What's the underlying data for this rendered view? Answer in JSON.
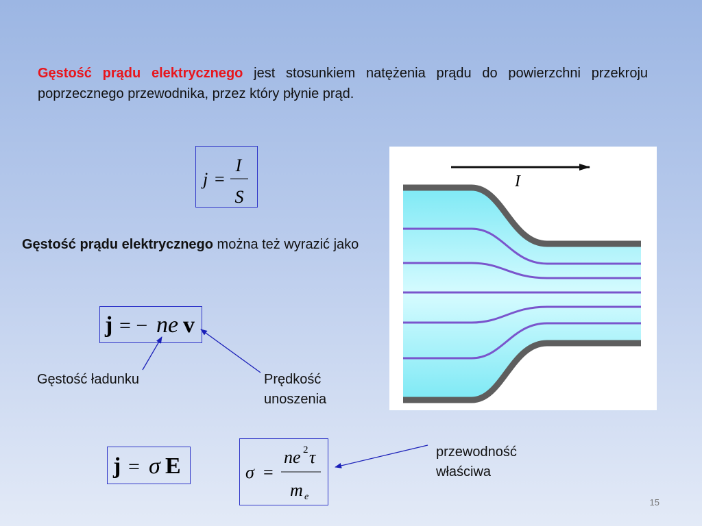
{
  "intro": {
    "term": "Gęstość prądu elektrycznego",
    "rest": " jest stosunkiem natężenia prądu do powierzchni przekroju poprzecznego przewodnika, przez który płynie prąd."
  },
  "formula1": {
    "lhs": "j",
    "eq": "=",
    "num": "I",
    "den": "S"
  },
  "para2": {
    "term": "Gęstość prądu elektrycznego",
    "rest": " można też wyrazić jako"
  },
  "formula2": {
    "j": "j",
    "eq": "= −",
    "ne": "ne",
    "v": "v"
  },
  "labels": {
    "charge_density": "Gęstość ładunku",
    "drift_velocity_1": "Prędkość",
    "drift_velocity_2": "unoszenia",
    "conductivity_1": "przewodność",
    "conductivity_2": "właściwa"
  },
  "formula3": {
    "j": "j",
    "eq": "=",
    "sigma": "σ",
    "E": "E"
  },
  "formula4": {
    "sigma": "σ",
    "eq": "=",
    "num": "ne",
    "exp": "2",
    "tau": "τ",
    "den_m": "m",
    "den_sub": "e"
  },
  "figure": {
    "current_label": "I"
  },
  "slide_number": "15",
  "colors": {
    "red": "#e8151c",
    "box_border": "#2f35c8",
    "arrow": "#1a1fb8",
    "fluid": "#8ff0f8",
    "streamline": "#7a55cc",
    "wall": "#5e5e5e"
  }
}
